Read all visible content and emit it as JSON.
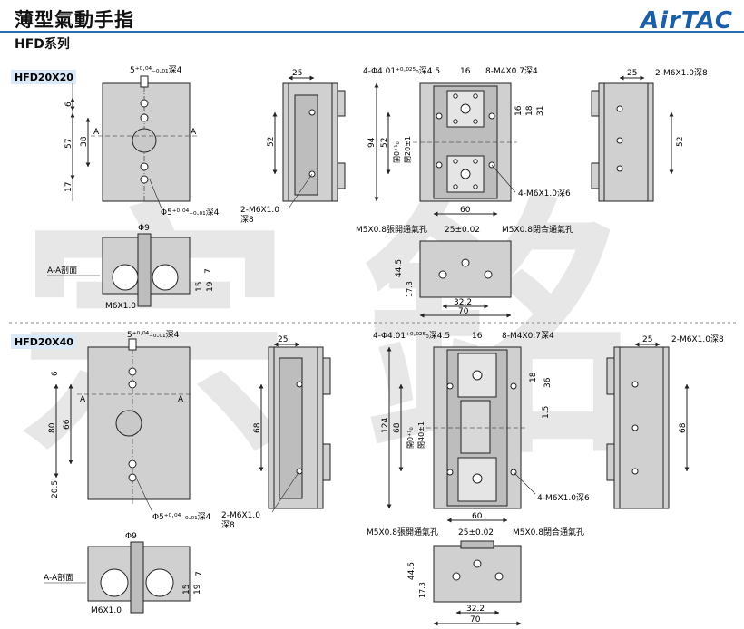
{
  "header": {
    "title": "薄型氣動手指",
    "series": "HFD系列",
    "brand": "AirTAC"
  },
  "colors": {
    "brand": "#1a5fa8",
    "rule": "#2a6db5",
    "badge": "#d9e9f7",
    "body": "#d0d0d0",
    "body_dark": "#a9a9a9",
    "line": "#222222",
    "watermark": "#e7e7e7"
  },
  "watermark": {
    "chars": [
      "宗",
      "銘"
    ]
  },
  "models": {
    "m20": {
      "badge": "HFD20X20",
      "front": {
        "top_hole": "5⁺⁰·⁰⁴₋₀.₀₁深4",
        "bottom_hole": "Φ5⁺⁰·⁰⁴₋₀.₀₁深4",
        "d_6": "6",
        "d_38": "38",
        "d_57": "57",
        "d_17": "17",
        "sec_a": "A"
      },
      "side": {
        "d_25": "25",
        "d_52": "52",
        "thread": "2-M6X1.0",
        "depth": "深8"
      },
      "top": {
        "pins": "4-Φ4.01⁺⁰·⁰²⁵₀深4.5",
        "w16": "16",
        "m4": "8-M4X0.7深4",
        "d_94": "94",
        "d_52": "52",
        "open": "開0⁺¹₀",
        "close": "閉20±1",
        "d_16": "16",
        "d_18": "18",
        "d_31": "31",
        "m6": "4-M6X1.0深6",
        "d_60": "60"
      },
      "rside": {
        "d_25": "25",
        "thread": "2-M6X1.0深8",
        "d_52": "52"
      },
      "section": {
        "phi9": "Φ9",
        "label": "A-A剖面",
        "d_7": "7",
        "d_15": "15",
        "d_19": "19",
        "thread": "M6X1.0"
      },
      "bottom": {
        "open_port": "M5X0.8張開通氣孔",
        "close_port": "M5X0.8閉合通氣孔",
        "pitch": "25±0.02",
        "d_44_5": "44.5",
        "d_17_3": "17.3",
        "d_32_2": "32.2",
        "d_70": "70"
      }
    },
    "m40": {
      "badge": "HFD20X40",
      "front": {
        "top_hole": "5⁺⁰·⁰⁴₋₀.₀₁深4",
        "bottom_hole": "Φ5⁺⁰·⁰⁴₋₀.₀₁深4",
        "d_6": "6",
        "d_66": "66",
        "d_80": "80",
        "d_20_5": "20.5",
        "sec_a": "A"
      },
      "side": {
        "d_25": "25",
        "d_68": "68",
        "thread": "2-M6X1.0",
        "depth": "深8"
      },
      "top": {
        "pins": "4-Φ4.01⁺⁰·⁰²⁵₀深4.5",
        "w16": "16",
        "m4": "8-M4X0.7深4",
        "d_124": "124",
        "d_68": "68",
        "open": "開0⁺¹₀",
        "close": "閉40±1",
        "d_18": "18",
        "d_36": "36",
        "d_1_5": "1.5",
        "m6": "4-M6X1.0深6",
        "d_60": "60"
      },
      "rside": {
        "d_25": "25",
        "thread": "2-M6X1.0深8",
        "d_68": "68"
      },
      "section": {
        "phi9": "Φ9",
        "label": "A-A剖面",
        "d_7": "7",
        "d_15": "15",
        "d_19": "19",
        "thread": "M6X1.0"
      },
      "bottom": {
        "open_port": "M5X0.8張開通氣孔",
        "close_port": "M5X0.8閉合通氣孔",
        "pitch": "25±0.02",
        "d_44_5": "44.5",
        "d_17_3": "17.3",
        "d_32_2": "32.2",
        "d_70": "70"
      }
    }
  }
}
